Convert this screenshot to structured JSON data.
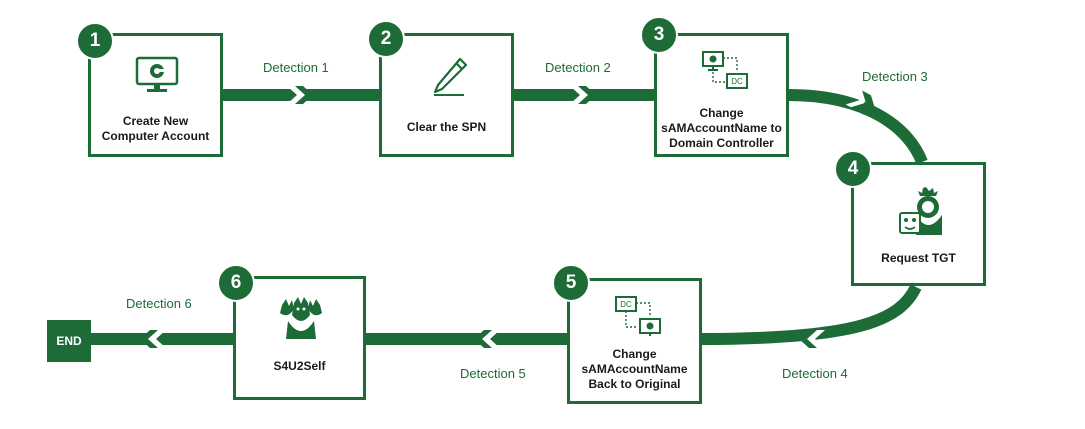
{
  "steps": [
    {
      "number": "1",
      "label": "Create New Computer Account",
      "icon": "monitor-icon"
    },
    {
      "number": "2",
      "label": "Clear the SPN",
      "icon": "pen-icon"
    },
    {
      "number": "3",
      "label": "Change sAMAccountName to Domain Controller",
      "icon": "monitor-to-dc-icon"
    },
    {
      "number": "4",
      "label": "Request TGT",
      "icon": "ticket-lion-icon"
    },
    {
      "number": "5",
      "label": "Change sAMAccountName Back to Original",
      "icon": "dc-to-monitor-icon"
    },
    {
      "number": "6",
      "label": "S4U2Self",
      "icon": "cerberus-icon"
    }
  ],
  "detections": [
    "Detection 1",
    "Detection 2",
    "Detection 3",
    "Detection 4",
    "Detection 5",
    "Detection 6"
  ],
  "end_label": "END",
  "icon_dc_text": "DC",
  "colors": {
    "primary": "#1d6b37",
    "background": "#ffffff",
    "text": "#1a1a1a"
  }
}
